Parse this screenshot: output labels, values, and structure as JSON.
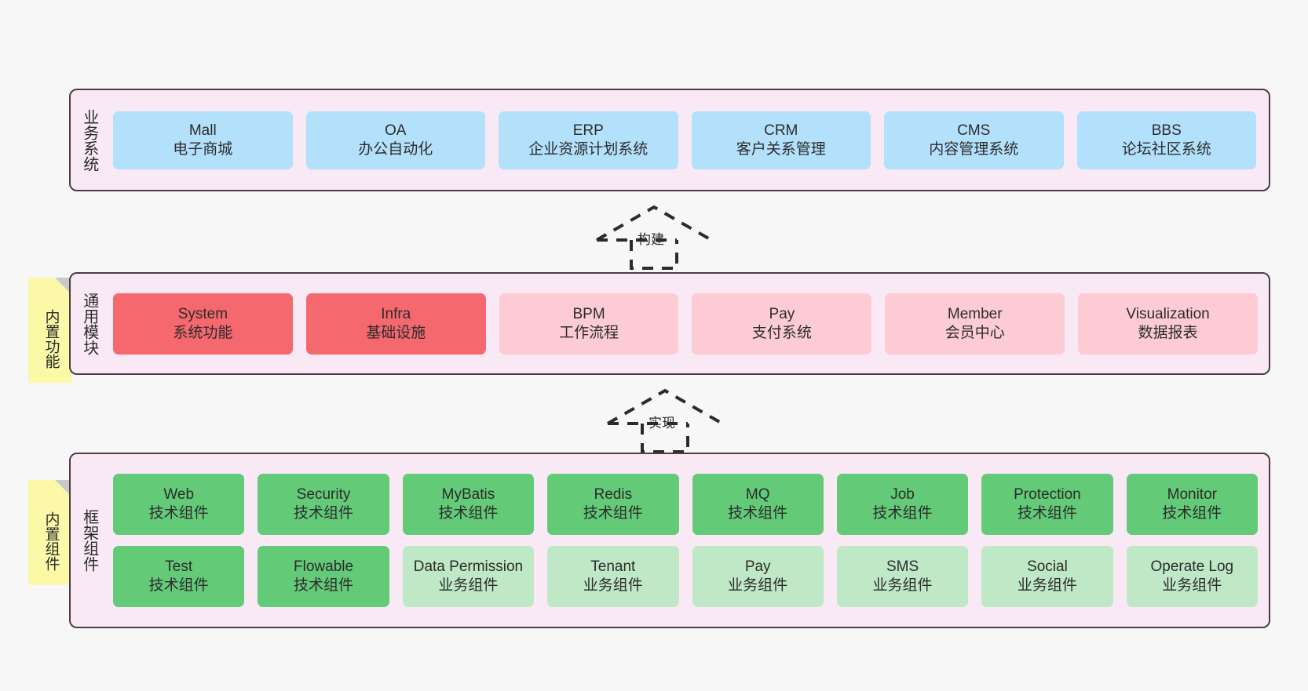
{
  "diagram": {
    "title": "",
    "background_color": "#f7f7f7",
    "band_color": "#f9e9f4",
    "band_border_color": "#4a3d48"
  },
  "notes": [
    {
      "id": "builtin-function",
      "text": "内置功能",
      "color": "#fbf8a8"
    },
    {
      "id": "builtin-component",
      "text": "内置组件",
      "color": "#fbf8a8"
    }
  ],
  "connectors": [
    {
      "id": "build",
      "label": "构建",
      "style": "dashed-hollow-triangle-up"
    },
    {
      "id": "implement",
      "label": "实现",
      "style": "dashed-hollow-triangle-up"
    }
  ],
  "layers": [
    {
      "id": "business-system",
      "title": "业务系统",
      "rows": [
        {
          "cards": [
            {
              "en": "Mall",
              "cn": "电子商城",
              "color": "#b3e0fb",
              "variant": "c-blue"
            },
            {
              "en": "OA",
              "cn": "办公自动化",
              "color": "#b3e0fb",
              "variant": "c-blue"
            },
            {
              "en": "ERP",
              "cn": "企业资源计划系统",
              "color": "#b3e0fb",
              "variant": "c-blue"
            },
            {
              "en": "CRM",
              "cn": "客户关系管理",
              "color": "#b3e0fb",
              "variant": "c-blue"
            },
            {
              "en": "CMS",
              "cn": "内容管理系统",
              "color": "#b3e0fb",
              "variant": "c-blue"
            },
            {
              "en": "BBS",
              "cn": "论坛社区系统",
              "color": "#b3e0fb",
              "variant": "c-blue"
            }
          ]
        }
      ]
    },
    {
      "id": "common-modules",
      "title": "通用模块",
      "rows": [
        {
          "cards": [
            {
              "en": "System",
              "cn": "系统功能",
              "color": "#f4686e",
              "variant": "c-red"
            },
            {
              "en": "Infra",
              "cn": "基础设施",
              "color": "#f4686e",
              "variant": "c-red"
            },
            {
              "en": "BPM",
              "cn": "工作流程",
              "color": "#fccbd4",
              "variant": "c-pink"
            },
            {
              "en": "Pay",
              "cn": "支付系统",
              "color": "#fccbd4",
              "variant": "c-pink"
            },
            {
              "en": "Member",
              "cn": "会员中心",
              "color": "#fccbd4",
              "variant": "c-pink"
            },
            {
              "en": "Visualization",
              "cn": "数据报表",
              "color": "#fccbd4",
              "variant": "c-pink"
            }
          ]
        }
      ]
    },
    {
      "id": "framework-components",
      "title": "框架组件",
      "rows": [
        {
          "cards": [
            {
              "en": "Web",
              "cn": "技术组件",
              "color": "#63ca78",
              "variant": "c-green"
            },
            {
              "en": "Security",
              "cn": "技术组件",
              "color": "#63ca78",
              "variant": "c-green"
            },
            {
              "en": "MyBatis",
              "cn": "技术组件",
              "color": "#63ca78",
              "variant": "c-green"
            },
            {
              "en": "Redis",
              "cn": "技术组件",
              "color": "#63ca78",
              "variant": "c-green"
            },
            {
              "en": "MQ",
              "cn": "技术组件",
              "color": "#63ca78",
              "variant": "c-green"
            },
            {
              "en": "Job",
              "cn": "技术组件",
              "color": "#63ca78",
              "variant": "c-green"
            },
            {
              "en": "Protection",
              "cn": "技术组件",
              "color": "#63ca78",
              "variant": "c-green"
            },
            {
              "en": "Monitor",
              "cn": "技术组件",
              "color": "#63ca78",
              "variant": "c-green"
            }
          ]
        },
        {
          "cards": [
            {
              "en": "Test",
              "cn": "技术组件",
              "color": "#63ca78",
              "variant": "c-green"
            },
            {
              "en": "Flowable",
              "cn": "技术组件",
              "color": "#63ca78",
              "variant": "c-green"
            },
            {
              "en": "Data Permission",
              "cn": "业务组件",
              "color": "#bfe8c6",
              "variant": "c-greenlt"
            },
            {
              "en": "Tenant",
              "cn": "业务组件",
              "color": "#bfe8c6",
              "variant": "c-greenlt"
            },
            {
              "en": "Pay",
              "cn": "业务组件",
              "color": "#bfe8c6",
              "variant": "c-greenlt"
            },
            {
              "en": "SMS",
              "cn": "业务组件",
              "color": "#bfe8c6",
              "variant": "c-greenlt"
            },
            {
              "en": "Social",
              "cn": "业务组件",
              "color": "#bfe8c6",
              "variant": "c-greenlt"
            },
            {
              "en": "Operate Log",
              "cn": "业务组件",
              "color": "#bfe8c6",
              "variant": "c-greenlt"
            }
          ]
        }
      ]
    }
  ]
}
